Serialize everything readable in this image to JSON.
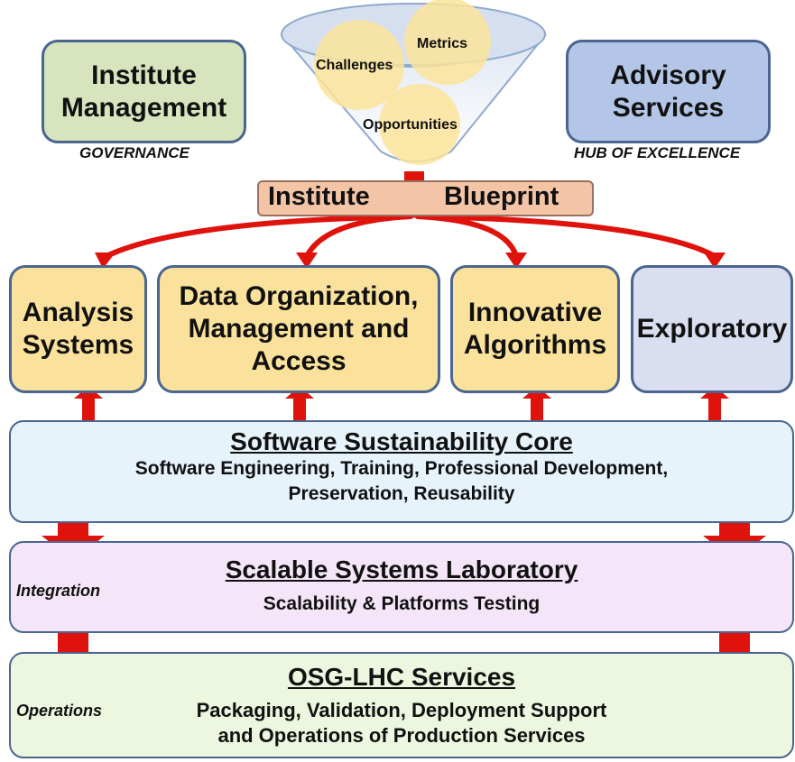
{
  "top": {
    "management": {
      "title_line1": "Institute",
      "title_line2": "Management",
      "tag": "GOVERNANCE"
    },
    "advisory": {
      "title_line1": "Advisory",
      "title_line2": "Services",
      "tag": "HUB OF EXCELLENCE"
    },
    "funnel": {
      "bubble1": "Challenges",
      "bubble2": "Metrics",
      "bubble3": "Opportunities"
    },
    "blueprint": {
      "word1": "Institute",
      "word2": "Blueprint"
    }
  },
  "focus_areas": [
    {
      "line1": "Analysis",
      "line2": "Systems"
    },
    {
      "line1": "Data Organization,",
      "line2": "Management and",
      "line3": "Access"
    },
    {
      "line1": "Innovative",
      "line2": "Algorithms"
    },
    {
      "line1": "Exploratory"
    }
  ],
  "layers": {
    "core": {
      "title": "Software Sustainability Core",
      "sub1": "Software Engineering, Training, Professional Development,",
      "sub2": "Preservation, Reusability"
    },
    "lab": {
      "title": "Scalable Systems Laboratory",
      "sub1": "Scalability & Platforms Testing",
      "side": "Integration"
    },
    "osg": {
      "title": "OSG-LHC Services",
      "sub1": "Packaging, Validation, Deployment Support",
      "sub2": "and Operations of Production Services",
      "side": "Operations"
    }
  },
  "colors": {
    "arrow": "#e0120c",
    "management_fill": "#d7e4bd",
    "advisory_fill": "#b4c6e7",
    "focus_fill": "#fbe29c",
    "exploratory_fill": "#d9dff0",
    "core_fill": "#e6f3fb",
    "lab_fill": "#f4e6f8",
    "osg_fill": "#edf7df",
    "blueprint_fill": "#f3c4a6"
  }
}
